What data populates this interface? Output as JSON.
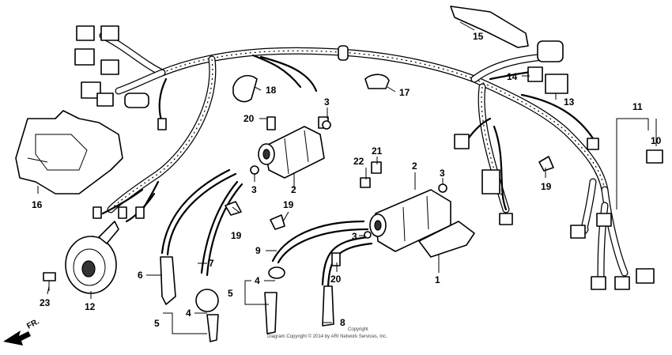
{
  "callouts": {
    "c1": "1",
    "c2a": "2",
    "c2b": "2",
    "c3a": "3",
    "c3b": "3",
    "c3c": "3",
    "c3d": "3",
    "c4a": "4",
    "c4b": "4",
    "c5a": "5",
    "c5b": "5",
    "c6": "6",
    "c7": "7",
    "c8": "8",
    "c9": "9",
    "c10": "10",
    "c11": "11",
    "c12": "12",
    "c13": "13",
    "c14": "14",
    "c15": "15",
    "c16": "16",
    "c17": "17",
    "c18": "18",
    "c19a": "19",
    "c19b": "19",
    "c19c": "19",
    "c20a": "20",
    "c20b": "20",
    "c21": "21",
    "c22": "22",
    "c23": "23"
  },
  "direction_label": "FR.",
  "copyright_line1": "Copyright",
  "copyright_line2": "Diagram Copyright © 2014 by ARI Network Services, Inc."
}
